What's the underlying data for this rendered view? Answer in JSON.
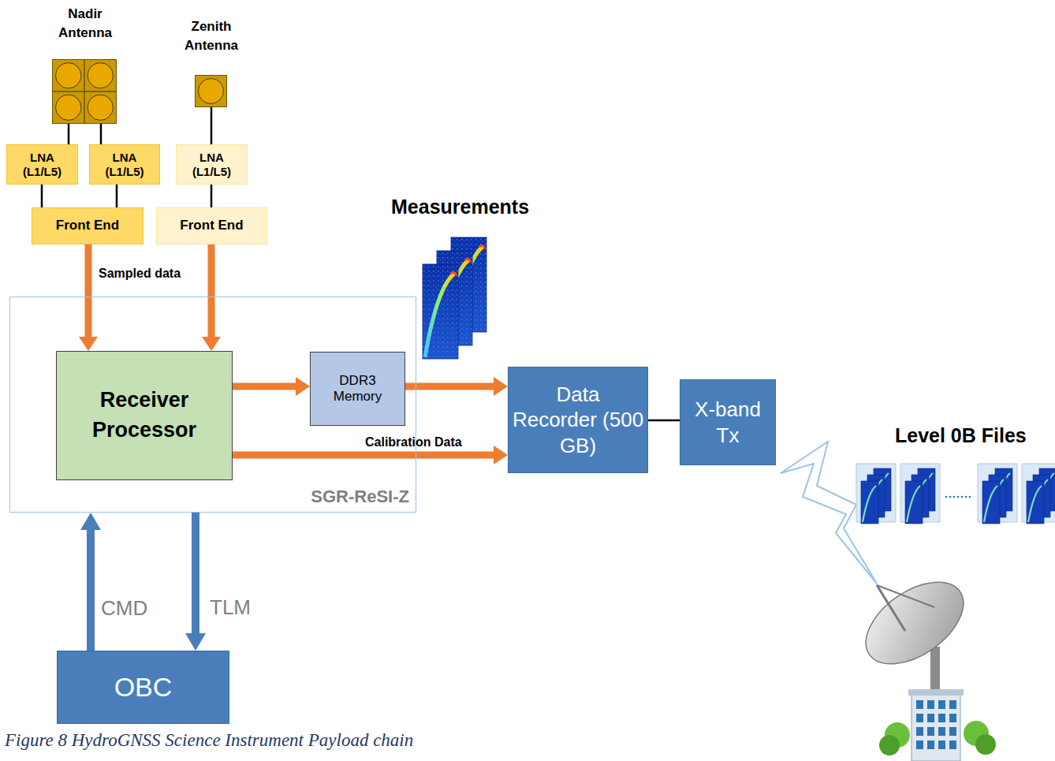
{
  "diagram": {
    "caption": "Figure 8 HydroGNSS Science Instrument Payload chain",
    "nodes": [
      {
        "text": [
          "Nadir Antenna"
        ]
      },
      {
        "text": [
          "Zenith Antenna"
        ]
      },
      {
        "text": [
          "LNA (L1/L5)"
        ]
      },
      {
        "text": [
          "LNA (L1/L5)"
        ]
      },
      {
        "text": [
          "LNA (L1/L5)"
        ]
      },
      {
        "text": [
          "Front End"
        ]
      },
      {
        "text": [
          "Front End"
        ]
      },
      {
        "text": [
          "SGR-ReSI-Z"
        ]
      },
      {
        "text": [
          "Receiver Processor"
        ],
        "in": 7
      },
      {
        "text": [
          "DDR3 Memory"
        ],
        "in": 7
      },
      {
        "text": [
          "Data Recorder (500 GB)"
        ]
      },
      {
        "text": [
          "X-band Tx"
        ]
      },
      {
        "text": [
          "OBC"
        ]
      }
    ],
    "edges": [
      {
        "from": 0,
        "to": 2,
        "arrow": "none"
      },
      {
        "from": 0,
        "to": 3,
        "arrow": "none"
      },
      {
        "from": 1,
        "to": 4,
        "arrow": "none"
      },
      {
        "from": 2,
        "to": 5,
        "arrow": "none"
      },
      {
        "from": 3,
        "to": 5,
        "arrow": "none"
      },
      {
        "from": 4,
        "to": 6,
        "arrow": "none"
      },
      {
        "from": 5,
        "to": 8,
        "arrow": "to",
        "label": "Sampled data"
      },
      {
        "from": 6,
        "to": 8,
        "arrow": "to"
      },
      {
        "from": 8,
        "to": 9,
        "arrow": "to"
      },
      {
        "from": 9,
        "to": 10,
        "arrow": "to"
      },
      {
        "from": 8,
        "to": 10,
        "arrow": "to",
        "label": "Calibration Data"
      },
      {
        "from": 10,
        "to": 11,
        "arrow": "none"
      },
      {
        "from": 12,
        "to": 7,
        "arrow": "to",
        "label": "CMD"
      },
      {
        "from": 7,
        "to": 12,
        "arrow": "to",
        "label": "TLM"
      }
    ],
    "labels": [
      "Measurements",
      "Level 0B Files"
    ]
  }
}
